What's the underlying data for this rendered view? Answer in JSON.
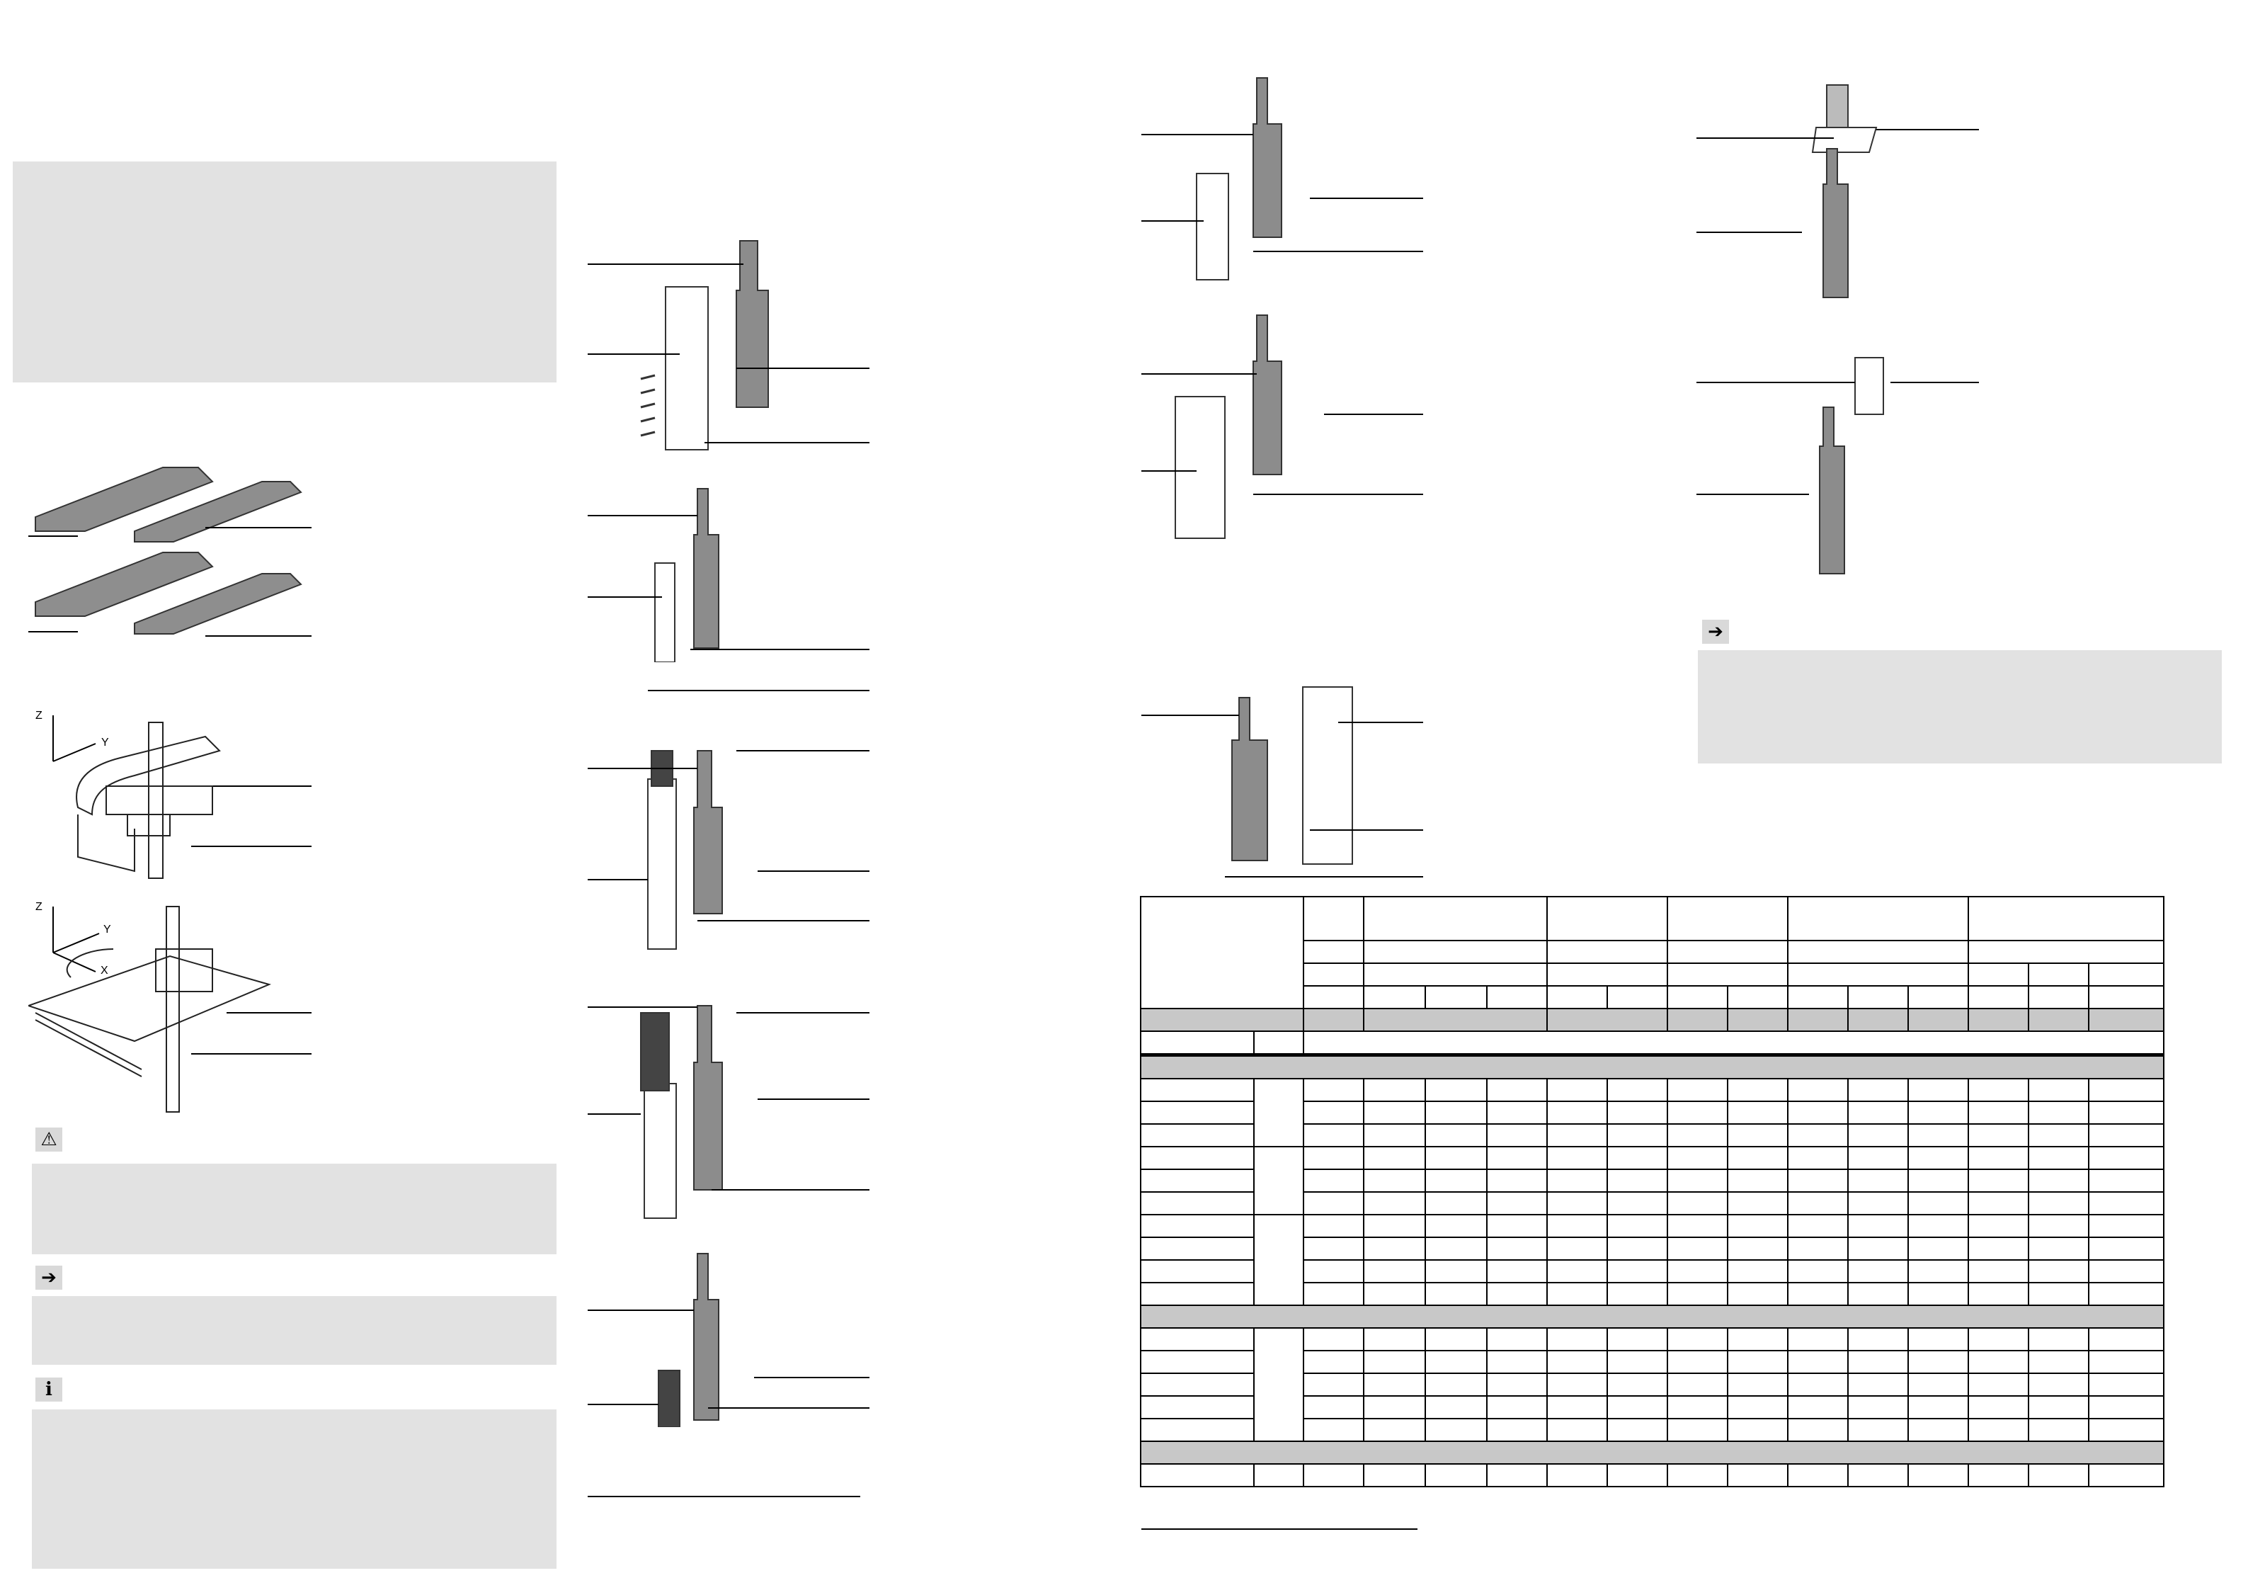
{
  "callouts": {
    "warning_icon": "warning-triangle-icon",
    "note_icon": "arrow-right-icon",
    "info_icon": "info-icon",
    "note2_icon": "arrow-right-icon"
  },
  "axes": {
    "xyz_small": {
      "z": "Z",
      "y": "Y"
    },
    "xyz_large": {
      "z": "Z",
      "y": "Y",
      "x": "X"
    }
  },
  "colors": {
    "panel_gray": "#e2e2e2",
    "table_shade": "#c8c8c8",
    "plate_gray": "#8c8c8c"
  }
}
